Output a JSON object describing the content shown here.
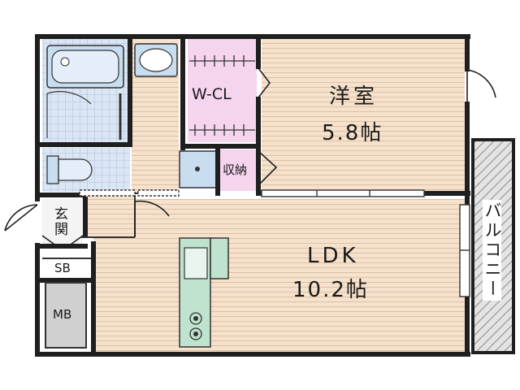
{
  "rooms": {
    "western": {
      "name": "洋室",
      "size": "5.8帖"
    },
    "ldk": {
      "name": "LDK",
      "size": "10.2帖"
    },
    "walk_in_closet": {
      "name": "W-CL"
    },
    "storage": {
      "name": "収納"
    },
    "entrance": {
      "name": "玄関"
    },
    "shoe_box": {
      "name": "SB"
    },
    "meter_box": {
      "name": "MB"
    },
    "balcony": {
      "name": "バルコニー"
    }
  },
  "colors": {
    "wall": "#1f1f1f",
    "wood_floor": "#f6e2cc",
    "wood_line": "#dcbfa5",
    "tile_floor": "#dbe6f4",
    "tile_line": "#9fb5d2",
    "closet_pink": "#f5d4ee",
    "balcony_hatch": "#9a9a9a",
    "fixture_fill": "#c8ddf0",
    "mb_fill": "#d0d0d0",
    "text": "#1a1a1a"
  }
}
